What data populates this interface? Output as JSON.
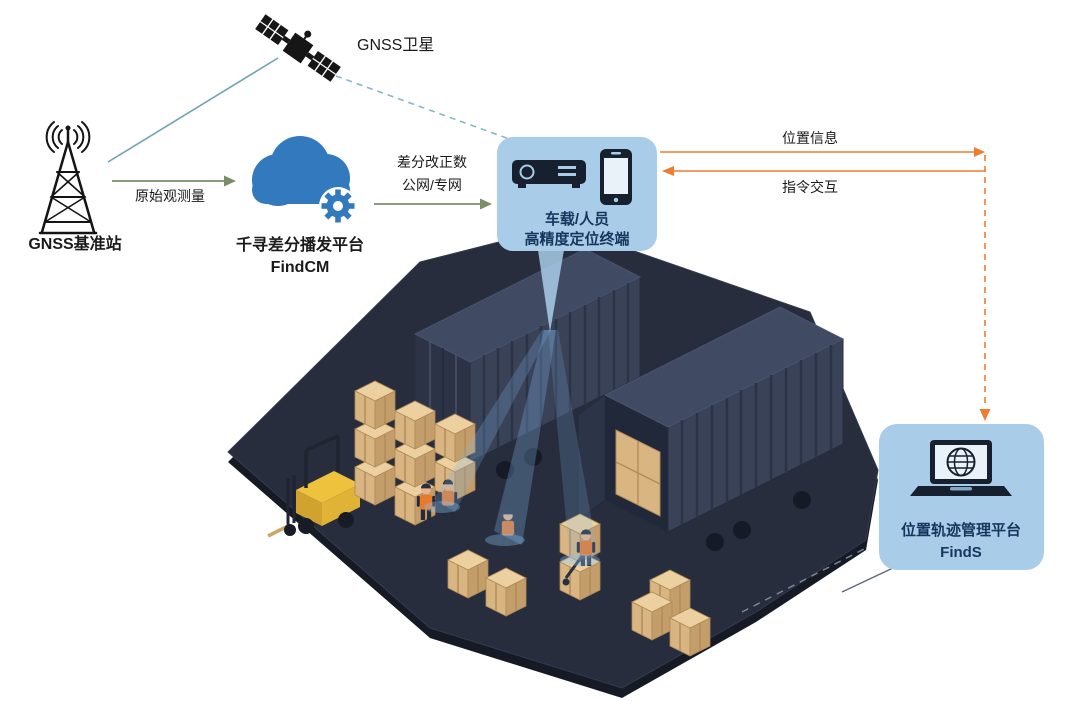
{
  "nodes": {
    "satellite": {
      "label": "GNSS卫星"
    },
    "base_station": {
      "label": "GNSS基准站"
    },
    "cloud": {
      "title": "千寻差分播发平台",
      "subtitle": "FindCM"
    },
    "terminal": {
      "title": "车载/人员",
      "subtitle": "高精度定位终端"
    },
    "finds": {
      "title": "位置轨迹管理平台",
      "subtitle": "FindS"
    }
  },
  "edges": {
    "raw_obs": {
      "label": "原始观测量"
    },
    "correction": {
      "line1": "差分改正数",
      "line2": "公网/专网"
    },
    "position_info": {
      "label": "位置信息"
    },
    "command": {
      "label": "指令交互"
    }
  },
  "icons": {
    "satellite": "satellite-icon",
    "base_station": "antenna-tower-icon",
    "cloud": "cloud-gear-icon",
    "terminal_receiver": "receiver-icon",
    "terminal_phone": "smartphone-icon",
    "finds": "laptop-globe-icon"
  },
  "colors": {
    "accent_orange": "#ED7D31",
    "flow_green": "#7A8F68",
    "link_teal": "#6FA3B3",
    "panel_fill": "#A9CDE8",
    "panel_text": "#17365D",
    "cloud_blue": "#3279BD",
    "platform_dark": "#262C3C",
    "container_blue": "#3A4258",
    "crate_tan": "#D9B582",
    "forklift_yellow": "#EFC23E",
    "vest_orange": "#E87A2E",
    "beam_blue": "#7DB4E6"
  },
  "scene": {
    "alt": "Isometric warehouse yard with two shipping containers, pallet crates, forklift, pallet jack and workers under blue positioning beams"
  }
}
